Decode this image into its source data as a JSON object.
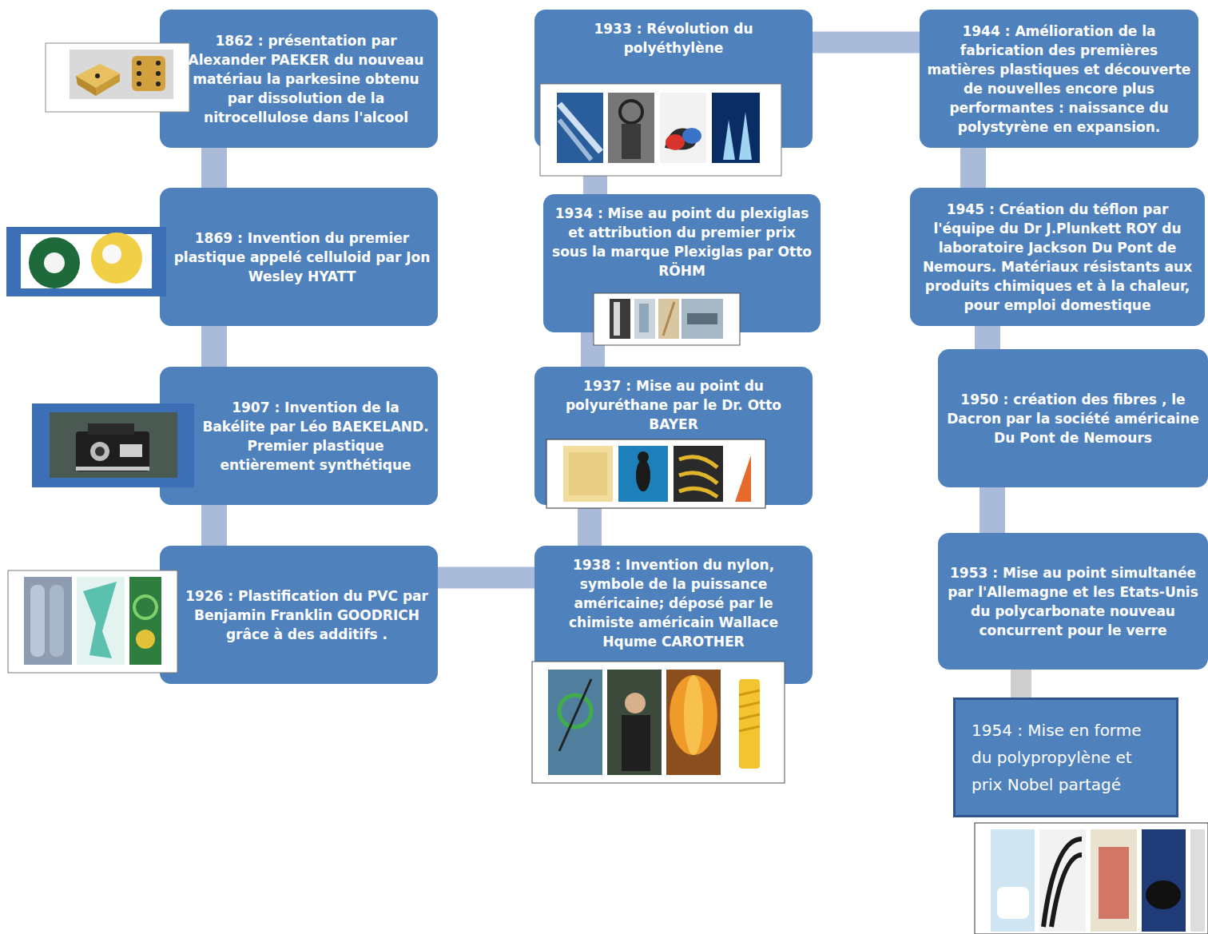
{
  "diagram": {
    "nodes": [
      {
        "text": [
          "1862 : présentation par Alexander PAEKER du nouveau matériau la parkesine obtenu par dissolution de la nitrocellulose dans l'alcool"
        ]
      },
      {
        "text": [
          "1869 : Invention du premier plastique appelé celluloid par Jon Wesley HYATT"
        ]
      },
      {
        "text": [
          "1907 : Invention de la Bakélite par Léo BAEKELAND. Premier plastique entièrement synthétique"
        ]
      },
      {
        "text": [
          "1926 : Plastification du PVC par Benjamin Franklin GOODRICH grâce à des additifs ."
        ]
      },
      {
        "text": [
          "1933 : Révolution du polyéthylène"
        ]
      },
      {
        "text": [
          "1934 : Mise au point du plexiglas et attribution du premier prix sous la marque Plexiglas par Otto RÖHM"
        ]
      },
      {
        "text": [
          "1937 : Mise au point du polyuréthane par le Dr. Otto BAYER"
        ]
      },
      {
        "text": [
          "1938 : Invention du nylon, symbole de la puissance américaine; déposé par le chimiste américain Wallace Hqume CAROTHER"
        ]
      },
      {
        "text": [
          "1944 : Amélioration de la fabrication des premières matières plastiques et découverte de nouvelles encore plus performantes : naissance du polystyrène en expansion."
        ]
      },
      {
        "text": [
          "1945 : Création du téflon par l'équipe du Dr J.Plunkett ROY du laboratoire Jackson Du Pont de Nemours. Matériaux résistants aux produits chimiques et à la chaleur, pour emploi domestique"
        ]
      },
      {
        "text": [
          "1950 : création des fibres , le Dacron par la société américaine Du Pont de Nemours"
        ]
      },
      {
        "text": [
          "1953 : Mise au point simultanée par l'Allemagne et les Etats-Unis du polycarbonate nouveau concurrent pour le verre"
        ]
      },
      {
        "text": [
          "1954 : Mise en forme du polypropylène et prix Nobel partagé"
        ]
      }
    ],
    "edges": [
      {
        "from": 0,
        "to": 1,
        "arrow": "none"
      },
      {
        "from": 1,
        "to": 2,
        "arrow": "none"
      },
      {
        "from": 2,
        "to": 3,
        "arrow": "none"
      },
      {
        "from": 3,
        "to": 7,
        "arrow": "none"
      },
      {
        "from": 7,
        "to": 6,
        "arrow": "none"
      },
      {
        "from": 6,
        "to": 5,
        "arrow": "none"
      },
      {
        "from": 5,
        "to": 4,
        "arrow": "none"
      },
      {
        "from": 4,
        "to": 8,
        "arrow": "none"
      },
      {
        "from": 8,
        "to": 9,
        "arrow": "none"
      },
      {
        "from": 9,
        "to": 10,
        "arrow": "none"
      },
      {
        "from": 10,
        "to": 11,
        "arrow": "none"
      },
      {
        "from": 11,
        "to": 12,
        "arrow": "none"
      }
    ]
  }
}
